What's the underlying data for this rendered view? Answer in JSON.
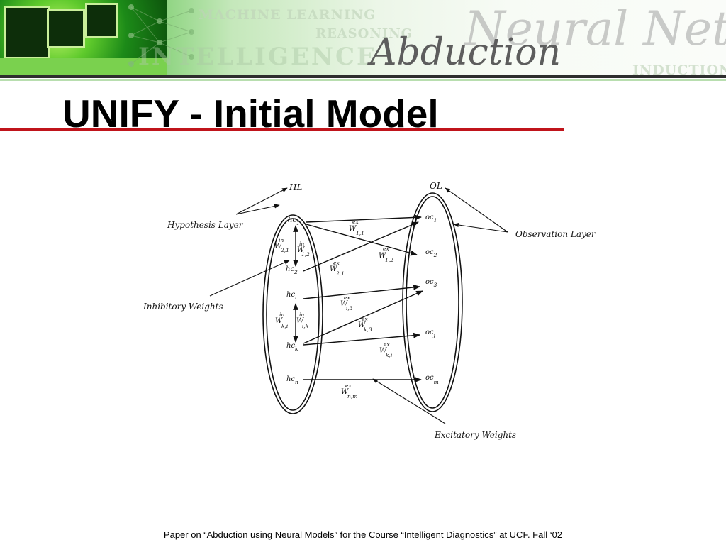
{
  "banner": {
    "words": {
      "machine_learning": "MACHINE LEARNING",
      "reasoning": "REASONING",
      "intelligence": "INTELLIGENCE",
      "neural_net": "Neural Net",
      "abduction": "Abduction",
      "induction": "INDUCTION"
    }
  },
  "slide": {
    "title": "UNIFY - Initial Model",
    "footer": "Paper on “Abduction using Neural Models” for the Course “Intelligent Diagnostics” at UCF. Fall ‘02"
  },
  "diagram": {
    "layers": {
      "hidden": "HL",
      "output": "OL"
    },
    "labels": {
      "hypothesis_layer": "Hypothesis Layer",
      "observation_layer": "Observation Layer",
      "inhibitory_weights": "Inhibitory Weights",
      "excitatory_weights": "Excitatory Weights"
    },
    "hypothesis_nodes": [
      {
        "base": "hc",
        "sub": "1"
      },
      {
        "base": "hc",
        "sub": "2"
      },
      {
        "base": "hc",
        "sub": "i"
      },
      {
        "base": "hc",
        "sub": "k"
      },
      {
        "base": "hc",
        "sub": "n"
      }
    ],
    "observation_nodes": [
      {
        "base": "oc",
        "sub": "1"
      },
      {
        "base": "oc",
        "sub": "2"
      },
      {
        "base": "oc",
        "sub": "3"
      },
      {
        "base": "oc",
        "sub": "j"
      },
      {
        "base": "oc",
        "sub": "m"
      }
    ],
    "inhibitory_weights": [
      {
        "sup": "in",
        "base": "W",
        "sub": "2,1"
      },
      {
        "sup": "in",
        "base": "W",
        "sub": "1,2"
      },
      {
        "sup": "in",
        "base": "W",
        "sub": "k,i"
      },
      {
        "sup": "in",
        "base": "W",
        "sub": "i,k"
      }
    ],
    "excitatory_weights": [
      {
        "sup": "ex",
        "base": "W",
        "sub": "1,1"
      },
      {
        "sup": "ex",
        "base": "W",
        "sub": "1,2"
      },
      {
        "sup": "ex",
        "base": "W",
        "sub": "2,1"
      },
      {
        "sup": "ex",
        "base": "W",
        "sub": "i,3"
      },
      {
        "sup": "ex",
        "base": "W",
        "sub": "k,3"
      },
      {
        "sup": "ex",
        "base": "W",
        "sub": "k,i"
      },
      {
        "sup": "ex",
        "base": "W",
        "sub": "n,m"
      }
    ]
  }
}
